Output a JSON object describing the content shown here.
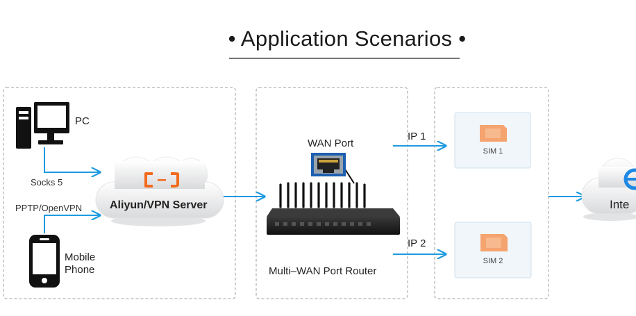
{
  "title": "Application Scenarios",
  "title_bullet": "•",
  "devices": {
    "pc_label": "PC",
    "socks_label": "Socks 5",
    "pptp_label": "PPTP/OpenVPN",
    "mobile_label_line1": "Mobile",
    "mobile_label_line2": "Phone"
  },
  "server": {
    "label": "Aliyun/VPN Server",
    "logo_glyph": "[–]"
  },
  "router": {
    "wan_port_label": "WAN Port",
    "label": "Multi–WAN Port Router"
  },
  "links": {
    "ip1": "IP 1",
    "ip2": "IP 2"
  },
  "sims": [
    {
      "label": "SIM 1"
    },
    {
      "label": "SIM 2"
    }
  ],
  "internet": {
    "label": "Inte"
  },
  "colors": {
    "arrow": "#1e9be0",
    "dashed_box": "#b5b5b5",
    "server_logo": "#f26b1d",
    "sim_chip": "#f5a36f",
    "internet_icon": "#1e88e5"
  }
}
